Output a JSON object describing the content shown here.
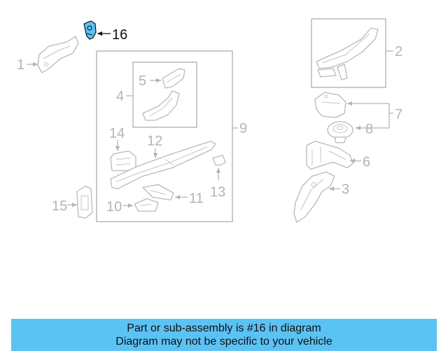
{
  "diagram": {
    "highlight_color": "#5bc2f4",
    "callouts": {
      "c1": "1",
      "c2": "2",
      "c3": "3",
      "c4": "4",
      "c5": "5",
      "c6": "6",
      "c7": "7",
      "c8": "8",
      "c9": "9",
      "c10": "10",
      "c11": "11",
      "c12": "12",
      "c13": "13",
      "c14": "14",
      "c15": "15",
      "c16": "16"
    }
  },
  "banner": {
    "line1": "Part or sub-assembly is #16 in diagram",
    "line2": "Diagram may not be specific to your vehicle",
    "color": "#5bc2f4"
  }
}
